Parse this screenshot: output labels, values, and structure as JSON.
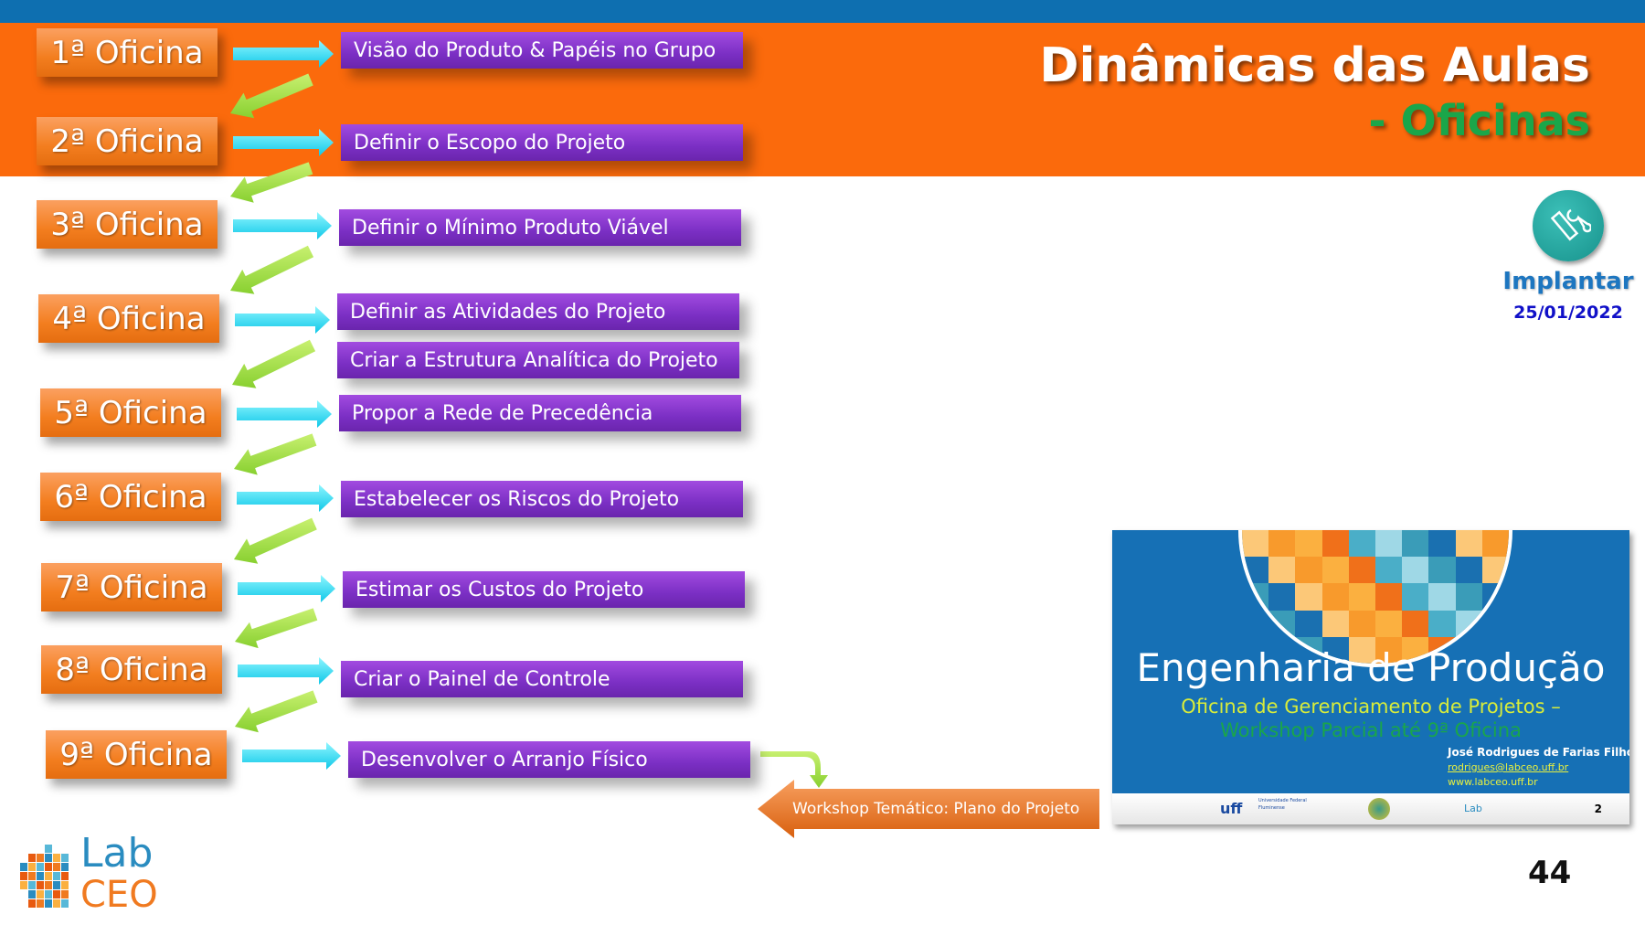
{
  "header": {
    "title": "Dinâmicas das Aulas",
    "subtitle": "- Oficinas"
  },
  "workshops": [
    {
      "label": "1ª Oficina",
      "tasks": [
        "Visão do Produto & Papéis no Grupo"
      ]
    },
    {
      "label": "2ª Oficina",
      "tasks": [
        "Definir o Escopo do Projeto"
      ]
    },
    {
      "label": "3ª Oficina",
      "tasks": [
        "Definir o Mínimo Produto Viável"
      ]
    },
    {
      "label": "4ª Oficina",
      "tasks": [
        "Definir as Atividades do Projeto",
        "Criar a Estrutura Analítica do Projeto"
      ]
    },
    {
      "label": "5ª Oficina",
      "tasks": [
        "Propor a Rede de Precedência"
      ]
    },
    {
      "label": "6ª Oficina",
      "tasks": [
        "Estabelecer os Riscos do Projeto"
      ]
    },
    {
      "label": "7ª Oficina",
      "tasks": [
        "Estimar os Custos do Projeto"
      ]
    },
    {
      "label": "8ª Oficina",
      "tasks": [
        "Criar o Painel de Controle"
      ]
    },
    {
      "label": "9ª Oficina",
      "tasks": [
        "Desenvolver o Arranjo Físico"
      ]
    }
  ],
  "stage": {
    "icon": "wrench-ruler-icon",
    "label": "Implantar",
    "date": "25/01/2022"
  },
  "thematic_workshop": "Workshop Temático: Plano do Projeto",
  "thumbnail": {
    "title": "Engenharia de Produção",
    "subtitle1": "Oficina de Gerenciamento de Projetos –",
    "subtitle2": "Workshop Parcial até 9ª Oficina",
    "author": "José Rodrigues de Farias Filho",
    "email": "rodrigues@labceo.uff.br",
    "website": "www.labceo.uff.br",
    "page": "2",
    "footer_logo_text": "Universidade Federal Fluminense"
  },
  "logo": {
    "lab": "Lab",
    "ceo": "CEO"
  },
  "page_number": "44",
  "colors": {
    "orange": "#fb6a0c",
    "blue": "#0e6fb0",
    "purple": "#7b2fc4",
    "green": "#1aa64a",
    "cyan": "#1ee0f0",
    "lime": "#9ee040"
  }
}
